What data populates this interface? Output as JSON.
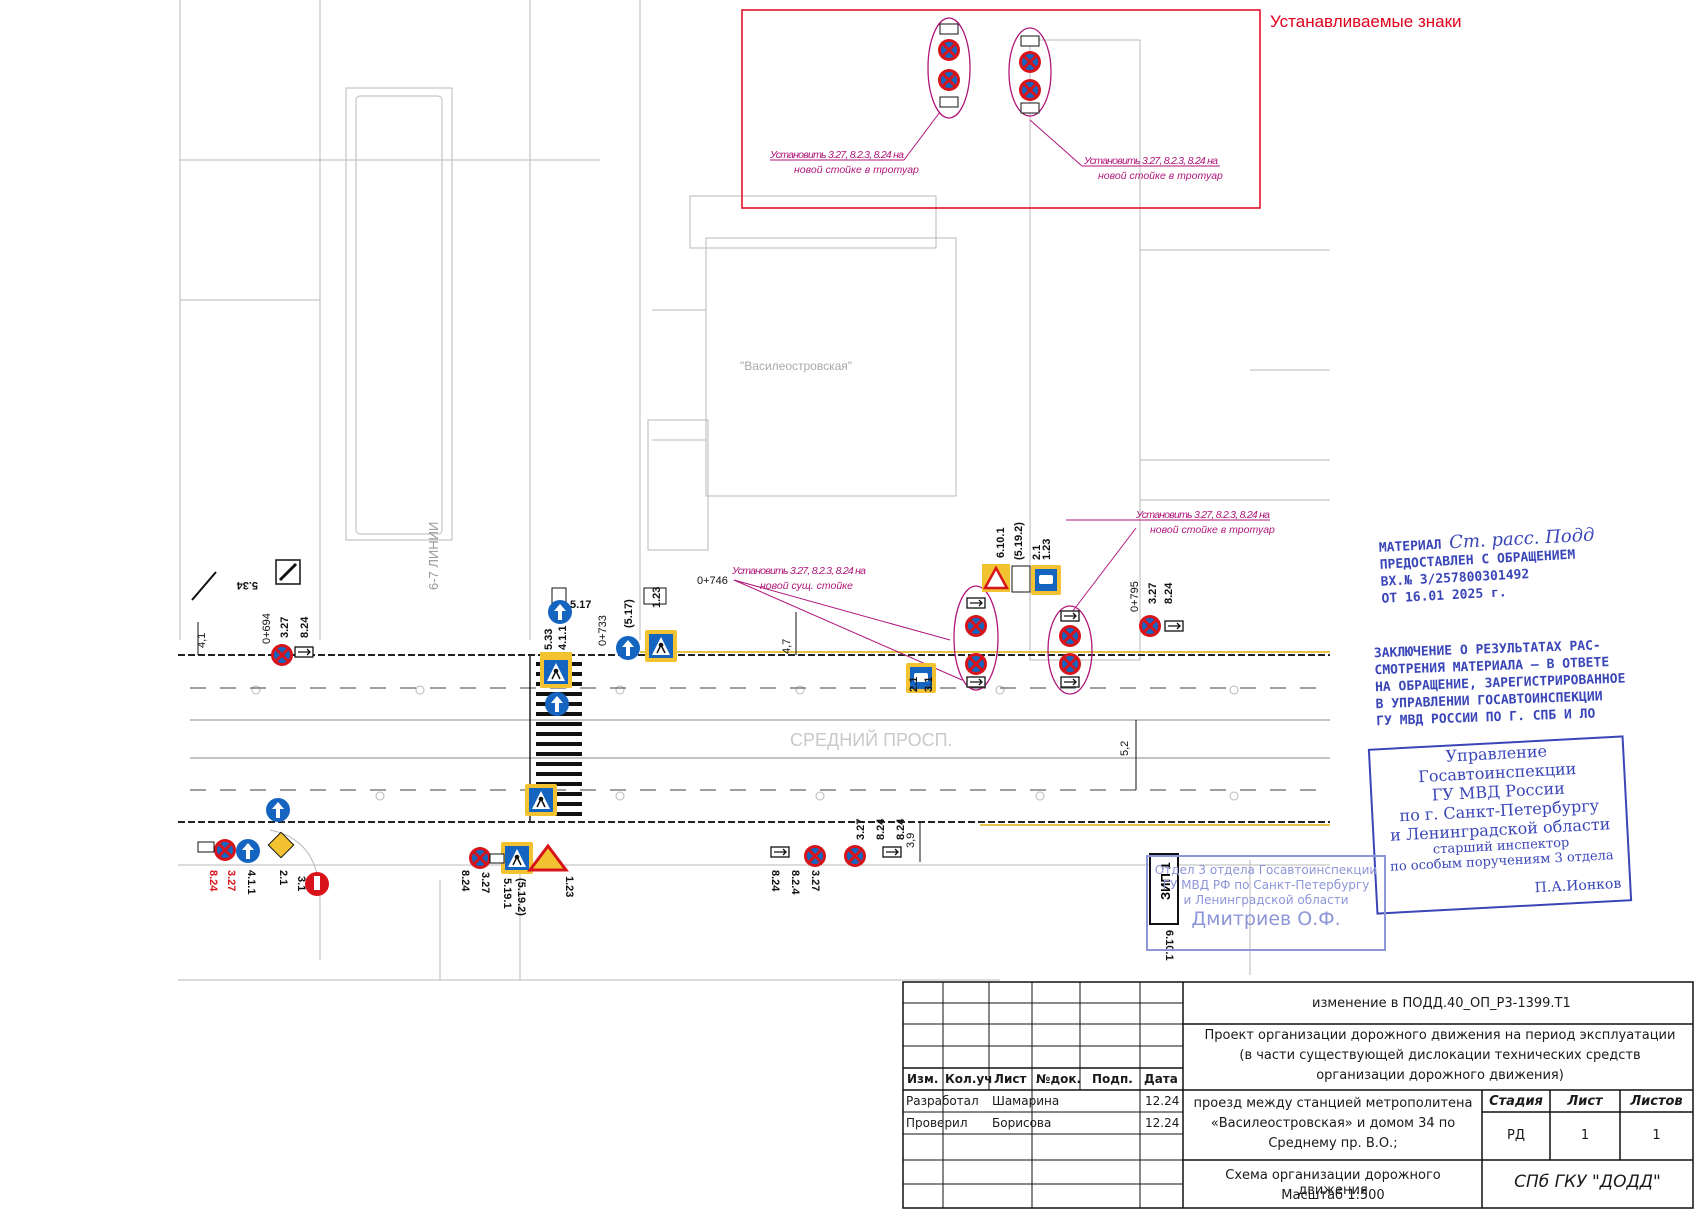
{
  "header": {
    "installed_signs_title": "Устанавливаемые знаки"
  },
  "notes": {
    "install_new_pole": "Установить 3.27, 8.2.3, 8.24 на новой стойке в тротуар",
    "install_existing_pole": "Установить 3.27, 8.2.3, 8.24 на новой сущ. стойке"
  },
  "street": {
    "main_avenue": "СРЕДНИЙ ПРОСП.",
    "side_street": "6-7 ЛИНИИ",
    "metro_station": "\"Василеостровская\""
  },
  "chainage": [
    "0+694",
    "0+733",
    "0+746",
    "0+795"
  ],
  "dimensions": [
    "4,1",
    "4,7",
    "5,2",
    "3,9"
  ],
  "sign_labels": [
    "3.27",
    "8.24",
    "8.2.4",
    "8.2.1",
    "5.19.1",
    "(5.19.2)",
    "5.33",
    "4.1.1",
    "5.17",
    "(5.17)",
    "1.23",
    "2.1",
    "3.1",
    "5.34",
    "6.10.1",
    "ЗИП 1"
  ],
  "stamps": {
    "material_received": {
      "l1": "МАТЕРИАЛ",
      "hand1": "Ст. расс. Подд",
      "l2": "ПРЕДОСТАВЛЕН С ОБРАЩЕНИЕМ",
      "l3": "ВХ.№ 3/257800301492",
      "l4": "ОТ 16.01 2025 г."
    },
    "conclusion": {
      "l1": "ЗАКЛЮЧЕНИЕ О РЕЗУЛЬТАТАХ РАС-",
      "l2": "СМОТРЕНИЯ МАТЕРИАЛА – В ОТВЕТЕ",
      "l3": "НА ОБРАЩЕНИЕ, ЗАРЕГИСТРИРОВАННОЕ",
      "l4": "В УПРАВЛЕНИИ ГОСАВТОИНСПЕКЦИИ",
      "l5": "ГУ МВД РОССИИ ПО Г. СПБ И ЛО"
    },
    "gai": {
      "l1": "Управление Госавтоинспекции",
      "l2": "ГУ МВД России",
      "l3": "по г. Санкт-Петербургу",
      "l4": "и Ленинградской области",
      "l5": "старший инспектор",
      "l6": "по особым поручениям 3 отдела",
      "sign": "П.А.Ионков"
    },
    "department3": {
      "l1": "Отдел 3 отдела Госавтоинспекции",
      "l2": "ГУ МВД РФ по Санкт-Петербургу",
      "l3": "и Ленинградской области",
      "name": "Дмитриев О.Ф."
    }
  },
  "title_block": {
    "change_ref": "изменение в ПОДД.40_ОП_Р3-1399.Т1",
    "project_title": "Проект организации дорожного движения на период эксплуатации (в части существующей дислокации технических средств организации дорожного движения)",
    "location": "проезд между станцией метрополитена «Василеостровская» и домом 34 по Среднему пр. В.О.;",
    "sheet_title": "Схема организации дорожного движения",
    "scale": "Масштаб 1:500",
    "org": "СПб ГКУ \"ДОДД\"",
    "headers": {
      "izm": "Изм.",
      "kol": "Кол.уч",
      "list": "Лист",
      "ndoc": "№док.",
      "podp": "Подп.",
      "data": "Дата"
    },
    "rows": [
      {
        "role": "Разработал",
        "name": "Шамарина",
        "date": "12.24"
      },
      {
        "role": "Проверил",
        "name": "Борисова",
        "date": "12.24"
      }
    ],
    "stage_headers": {
      "stage": "Стадия",
      "sheet": "Лист",
      "sheets": "Листов"
    },
    "stage_values": {
      "stage": "РД",
      "sheet": "1",
      "sheets": "1"
    }
  },
  "colors": {
    "annotation": "#b0157a",
    "red_frame": "#e0001b",
    "stamp_blue": "#3a46b8",
    "sign_blue": "#1565c0",
    "sign_red": "#d7141a"
  }
}
